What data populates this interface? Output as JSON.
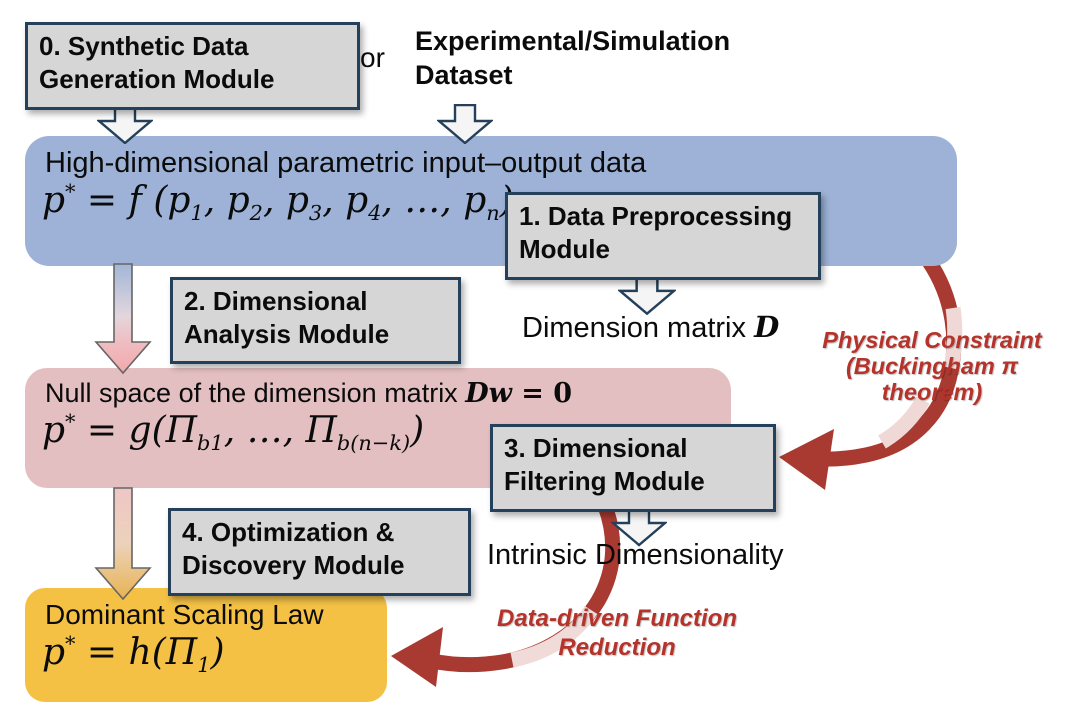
{
  "colors": {
    "blue_panel": "#9DB2D6",
    "pink_panel": "#E4BFC1",
    "yellow_panel": "#F4C145",
    "module_fill": "#D6D6D6",
    "module_border": "#24405A",
    "red_arrow": "#A93A31",
    "red_text": "#B5332B"
  },
  "source": {
    "module0": {
      "line1": "0. Synthetic Data",
      "line2": "Generation Module"
    },
    "or": "or",
    "dataset": {
      "line1": "Experimental/Simulation",
      "line2": "Dataset"
    }
  },
  "blue": {
    "title": "High-dimensional parametric input–output data",
    "formula": [
      "p",
      "^*",
      " = ",
      "f",
      " (",
      "p",
      "_1",
      ", ",
      "p",
      "_2",
      ", ",
      "p",
      "_3",
      ", ",
      "p",
      "_4",
      ", …, ",
      "p",
      "_n",
      ")"
    ]
  },
  "module1": {
    "line1": "1. Data Preprocessing",
    "line2": "Module"
  },
  "dimension_matrix": {
    "prefix": "Dimension matrix ",
    "symbol": "D"
  },
  "module2": {
    "line1": "2. Dimensional",
    "line2": "Analysis Module"
  },
  "red1": {
    "line1": "Physical Constraint",
    "line2": "(Buckingham π",
    "line3": "theorem)"
  },
  "pink": {
    "title_prefix": "Null space of the dimension matrix ",
    "title_symbol": "Dw",
    "title_eq": " = ",
    "title_zero": "0",
    "formula": [
      "p",
      "^*",
      " = ",
      "g",
      "(",
      "Π",
      "_b1",
      ", …, ",
      "Π",
      "_b(n−k)",
      ")"
    ]
  },
  "module3": {
    "line1": "3. Dimensional",
    "line2": "Filtering Module"
  },
  "intrinsic": "Intrinsic Dimensionality",
  "module4": {
    "line1": "4. Optimization &",
    "line2": "Discovery Module"
  },
  "yellow": {
    "title": "Dominant Scaling Law",
    "formula": [
      "p",
      "^*",
      " = ",
      "h",
      "(",
      "Π",
      "_1",
      ")"
    ]
  },
  "red2": {
    "line1": "Data-driven Function",
    "line2": "Reduction"
  }
}
